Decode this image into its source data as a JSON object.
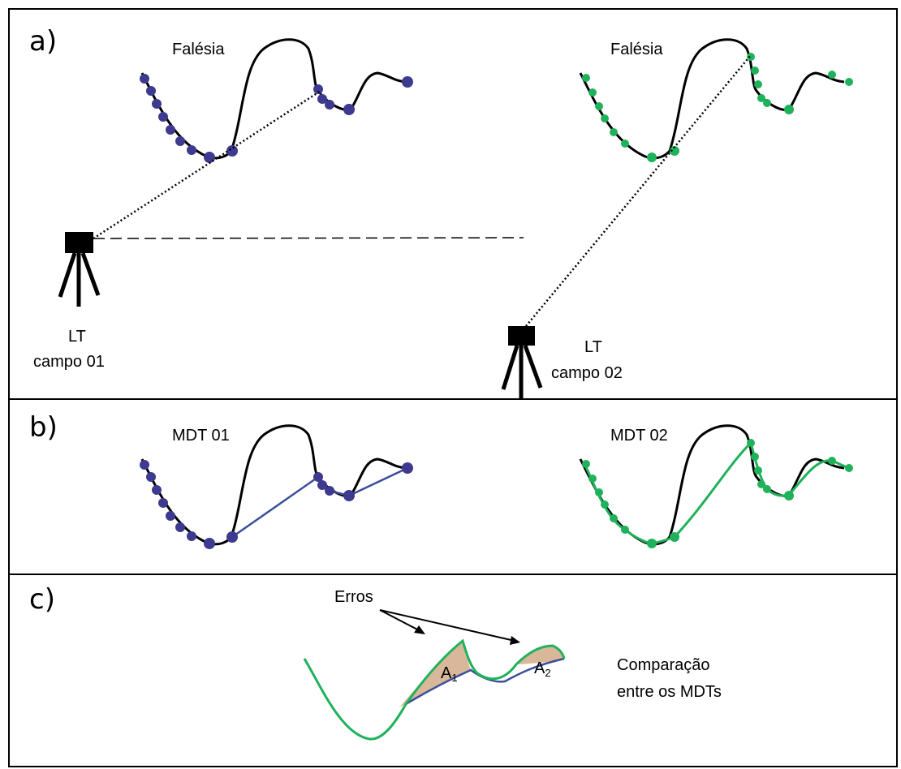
{
  "panels": {
    "a": {
      "label": "a)",
      "left_title": "Falésia",
      "right_title": "Falésia",
      "station1": {
        "line1": "LT",
        "line2": "campo 01"
      },
      "station2": {
        "line1": "LT",
        "line2": "campo 02"
      }
    },
    "b": {
      "label": "b)",
      "left_title": "MDT 01",
      "right_title": "MDT 02"
    },
    "c": {
      "label": "c)",
      "errors_label": "Erros",
      "area1_letter": "A",
      "area1_sub": "1",
      "area2_letter": "A",
      "area2_sub": "2",
      "comparison_line1": "Comparação",
      "comparison_line2": "entre os MDTs"
    }
  },
  "colors": {
    "survey1": "#3d3a8f",
    "survey2": "#1fb25a",
    "mdt1_line": "#3a4e9a",
    "mdt2_line": "#1fb25a",
    "error_fill": "#d9b79a",
    "terrain": "#000000"
  }
}
